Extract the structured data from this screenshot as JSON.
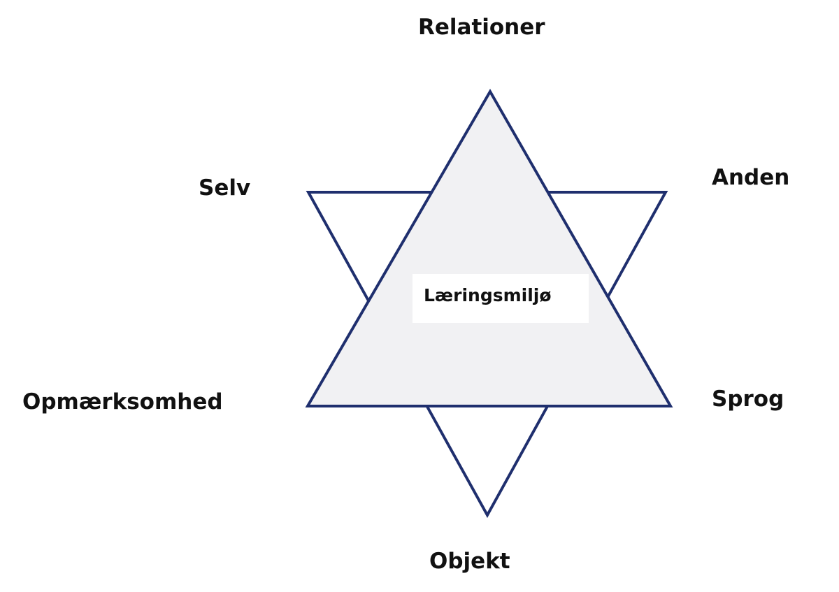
{
  "colors": {
    "stroke": "#1f2f6e",
    "triangle_fill": "#f1f1f3",
    "background": "#ffffff",
    "text": "#111111"
  },
  "labels": {
    "top": "Relationer",
    "upper_left": "Selv",
    "upper_right": "Anden",
    "lower_left": "Opmærksomhed",
    "lower_right": "Sprog",
    "bottom": "Objekt"
  },
  "center": {
    "text": "Læringsmiljø"
  }
}
